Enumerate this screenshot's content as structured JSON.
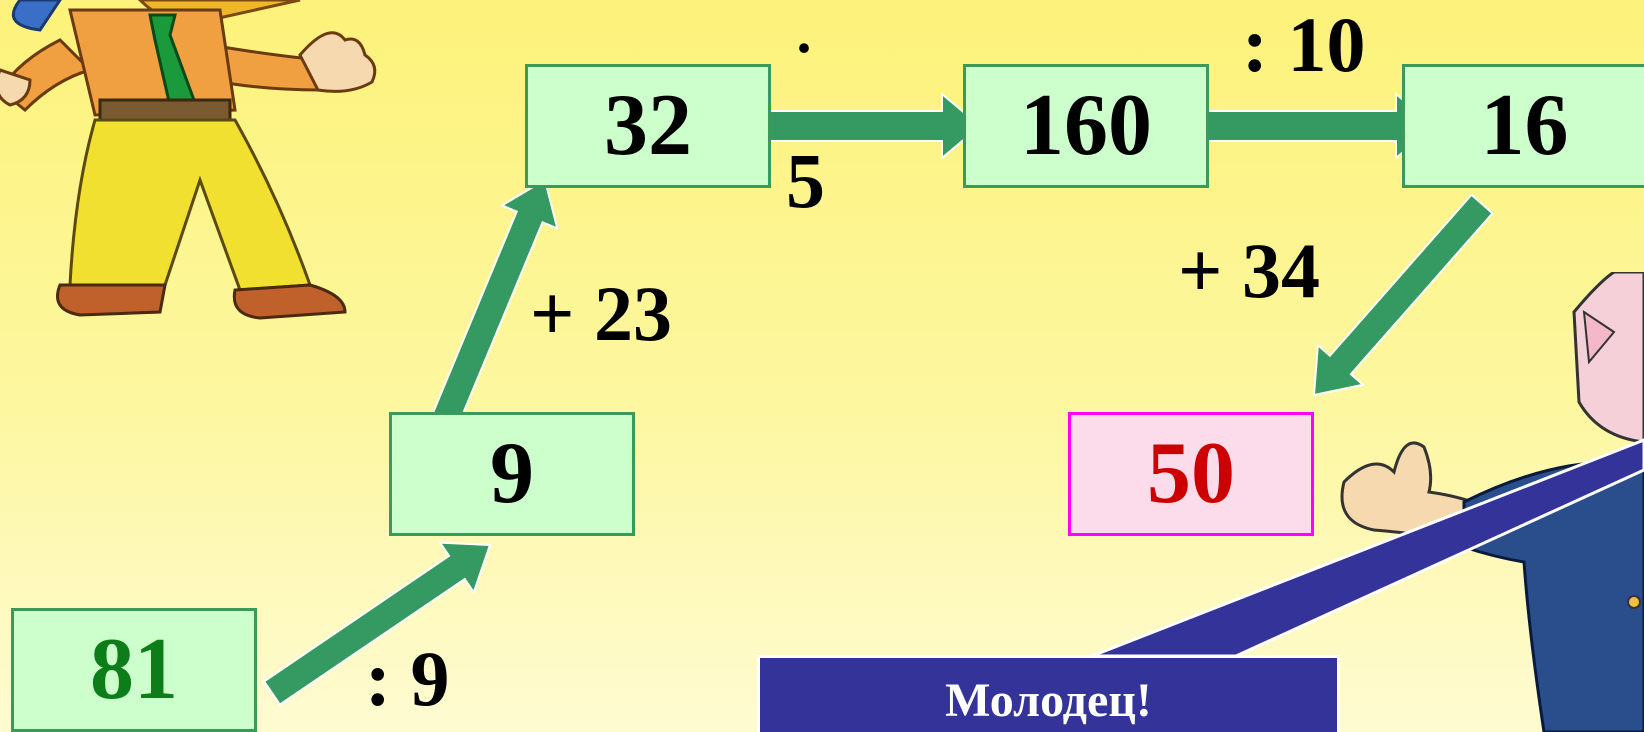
{
  "boxes": {
    "start": "81",
    "step1": "9",
    "step2": "32",
    "step3": "160",
    "step4": "16",
    "result": "50"
  },
  "operations": {
    "divide_9": ": 9",
    "plus_23": "+ 23",
    "times_5_dot": "·",
    "times_5_num": "5",
    "divide_10": ": 10",
    "plus_34": "+ 34"
  },
  "callout": {
    "text": "Молодец!"
  },
  "colors": {
    "box_fill": "#ccffcc",
    "box_border": "#3a9a5a",
    "arrow": "#359a62",
    "start_text": "#0d7d1a",
    "result_text": "#cc0000",
    "result_fill": "#fcdcea",
    "result_border": "#ff00ff",
    "callout_fill": "#33339a"
  }
}
